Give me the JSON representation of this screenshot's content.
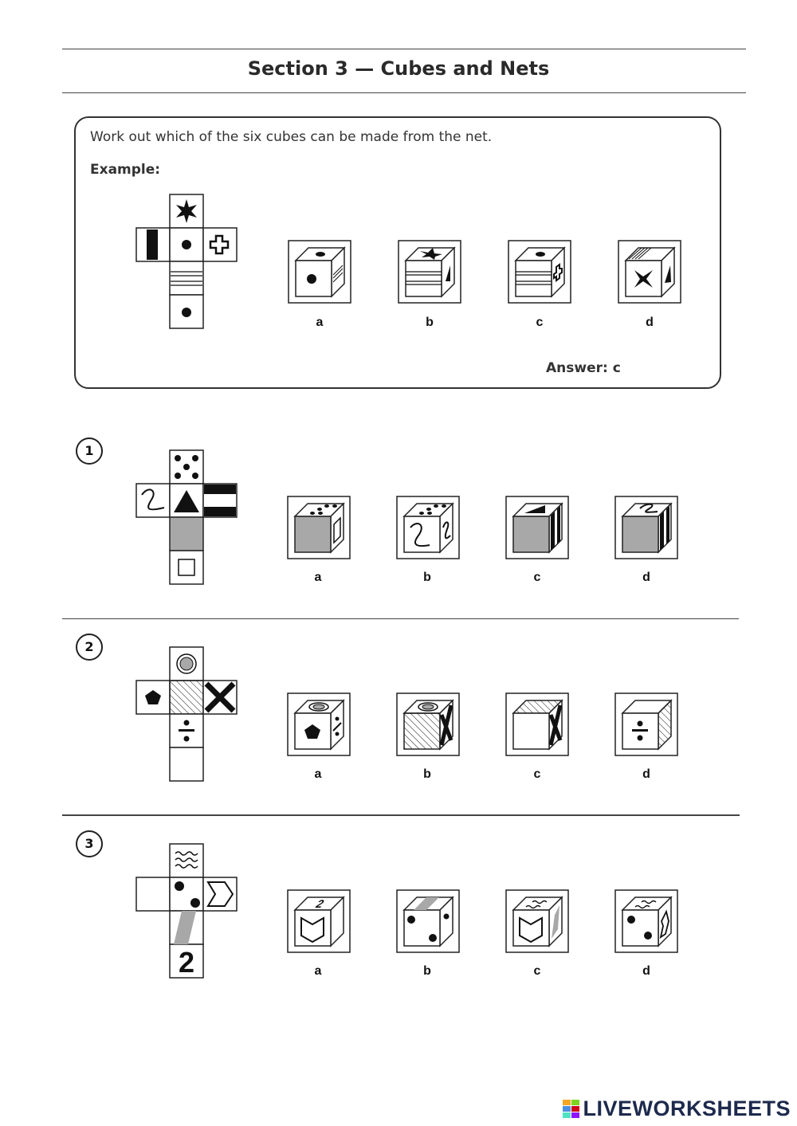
{
  "header": {
    "title": "Section 3 — Cubes and Nets"
  },
  "example": {
    "instruction": "Work out which of the six cubes can be made from the net.",
    "label": "Example:",
    "answer": "Answer: c",
    "options": [
      "a",
      "b",
      "c",
      "d"
    ]
  },
  "questions": [
    {
      "number": "1",
      "options": [
        "a",
        "b",
        "c",
        "d"
      ]
    },
    {
      "number": "2",
      "options": [
        "a",
        "b",
        "c",
        "d"
      ]
    },
    {
      "number": "3",
      "options": [
        "a",
        "b",
        "c",
        "d"
      ]
    }
  ],
  "footer": {
    "logo_text": "LIVEWORKSHEETS"
  },
  "colors": {
    "grey_face": "#a8a8a8",
    "ink": "#111111"
  },
  "icons": [
    "star-icon",
    "cross-icon",
    "dot-icon",
    "triangle-icon",
    "pentagon-icon",
    "x-icon",
    "divide-icon",
    "wave-icon",
    "chevron-icon",
    "shield-icon",
    "digit-two-icon"
  ]
}
